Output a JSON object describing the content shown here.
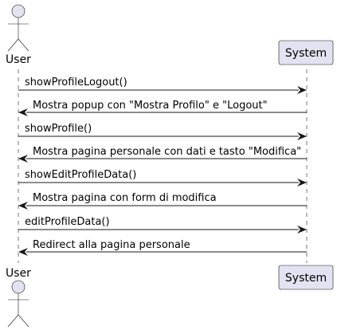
{
  "diagram": {
    "type": "sequence",
    "participants": {
      "user": {
        "name": "User",
        "kind": "actor"
      },
      "system": {
        "name": "System",
        "kind": "participant"
      }
    },
    "messages": [
      {
        "from": "user",
        "to": "system",
        "label": "showProfileLogout()"
      },
      {
        "from": "system",
        "to": "user",
        "label": "Mostra popup con \"Mostra Profilo\" e \"Logout\""
      },
      {
        "from": "user",
        "to": "system",
        "label": "showProfile()"
      },
      {
        "from": "system",
        "to": "user",
        "label": "Mostra pagina personale con dati e tasto \"Modifica\""
      },
      {
        "from": "user",
        "to": "system",
        "label": "showEditProfileData()"
      },
      {
        "from": "system",
        "to": "user",
        "label": "Mostra pagina con form di modifica"
      },
      {
        "from": "user",
        "to": "system",
        "label": "editProfileData()"
      },
      {
        "from": "system",
        "to": "user",
        "label": "Redirect alla pagina personale"
      }
    ]
  },
  "colors": {
    "participant_fill": "#e2e2f0",
    "participant_stroke": "#181818",
    "lifeline": "#181818",
    "arrow": "#181818",
    "background": "#ffffff"
  }
}
